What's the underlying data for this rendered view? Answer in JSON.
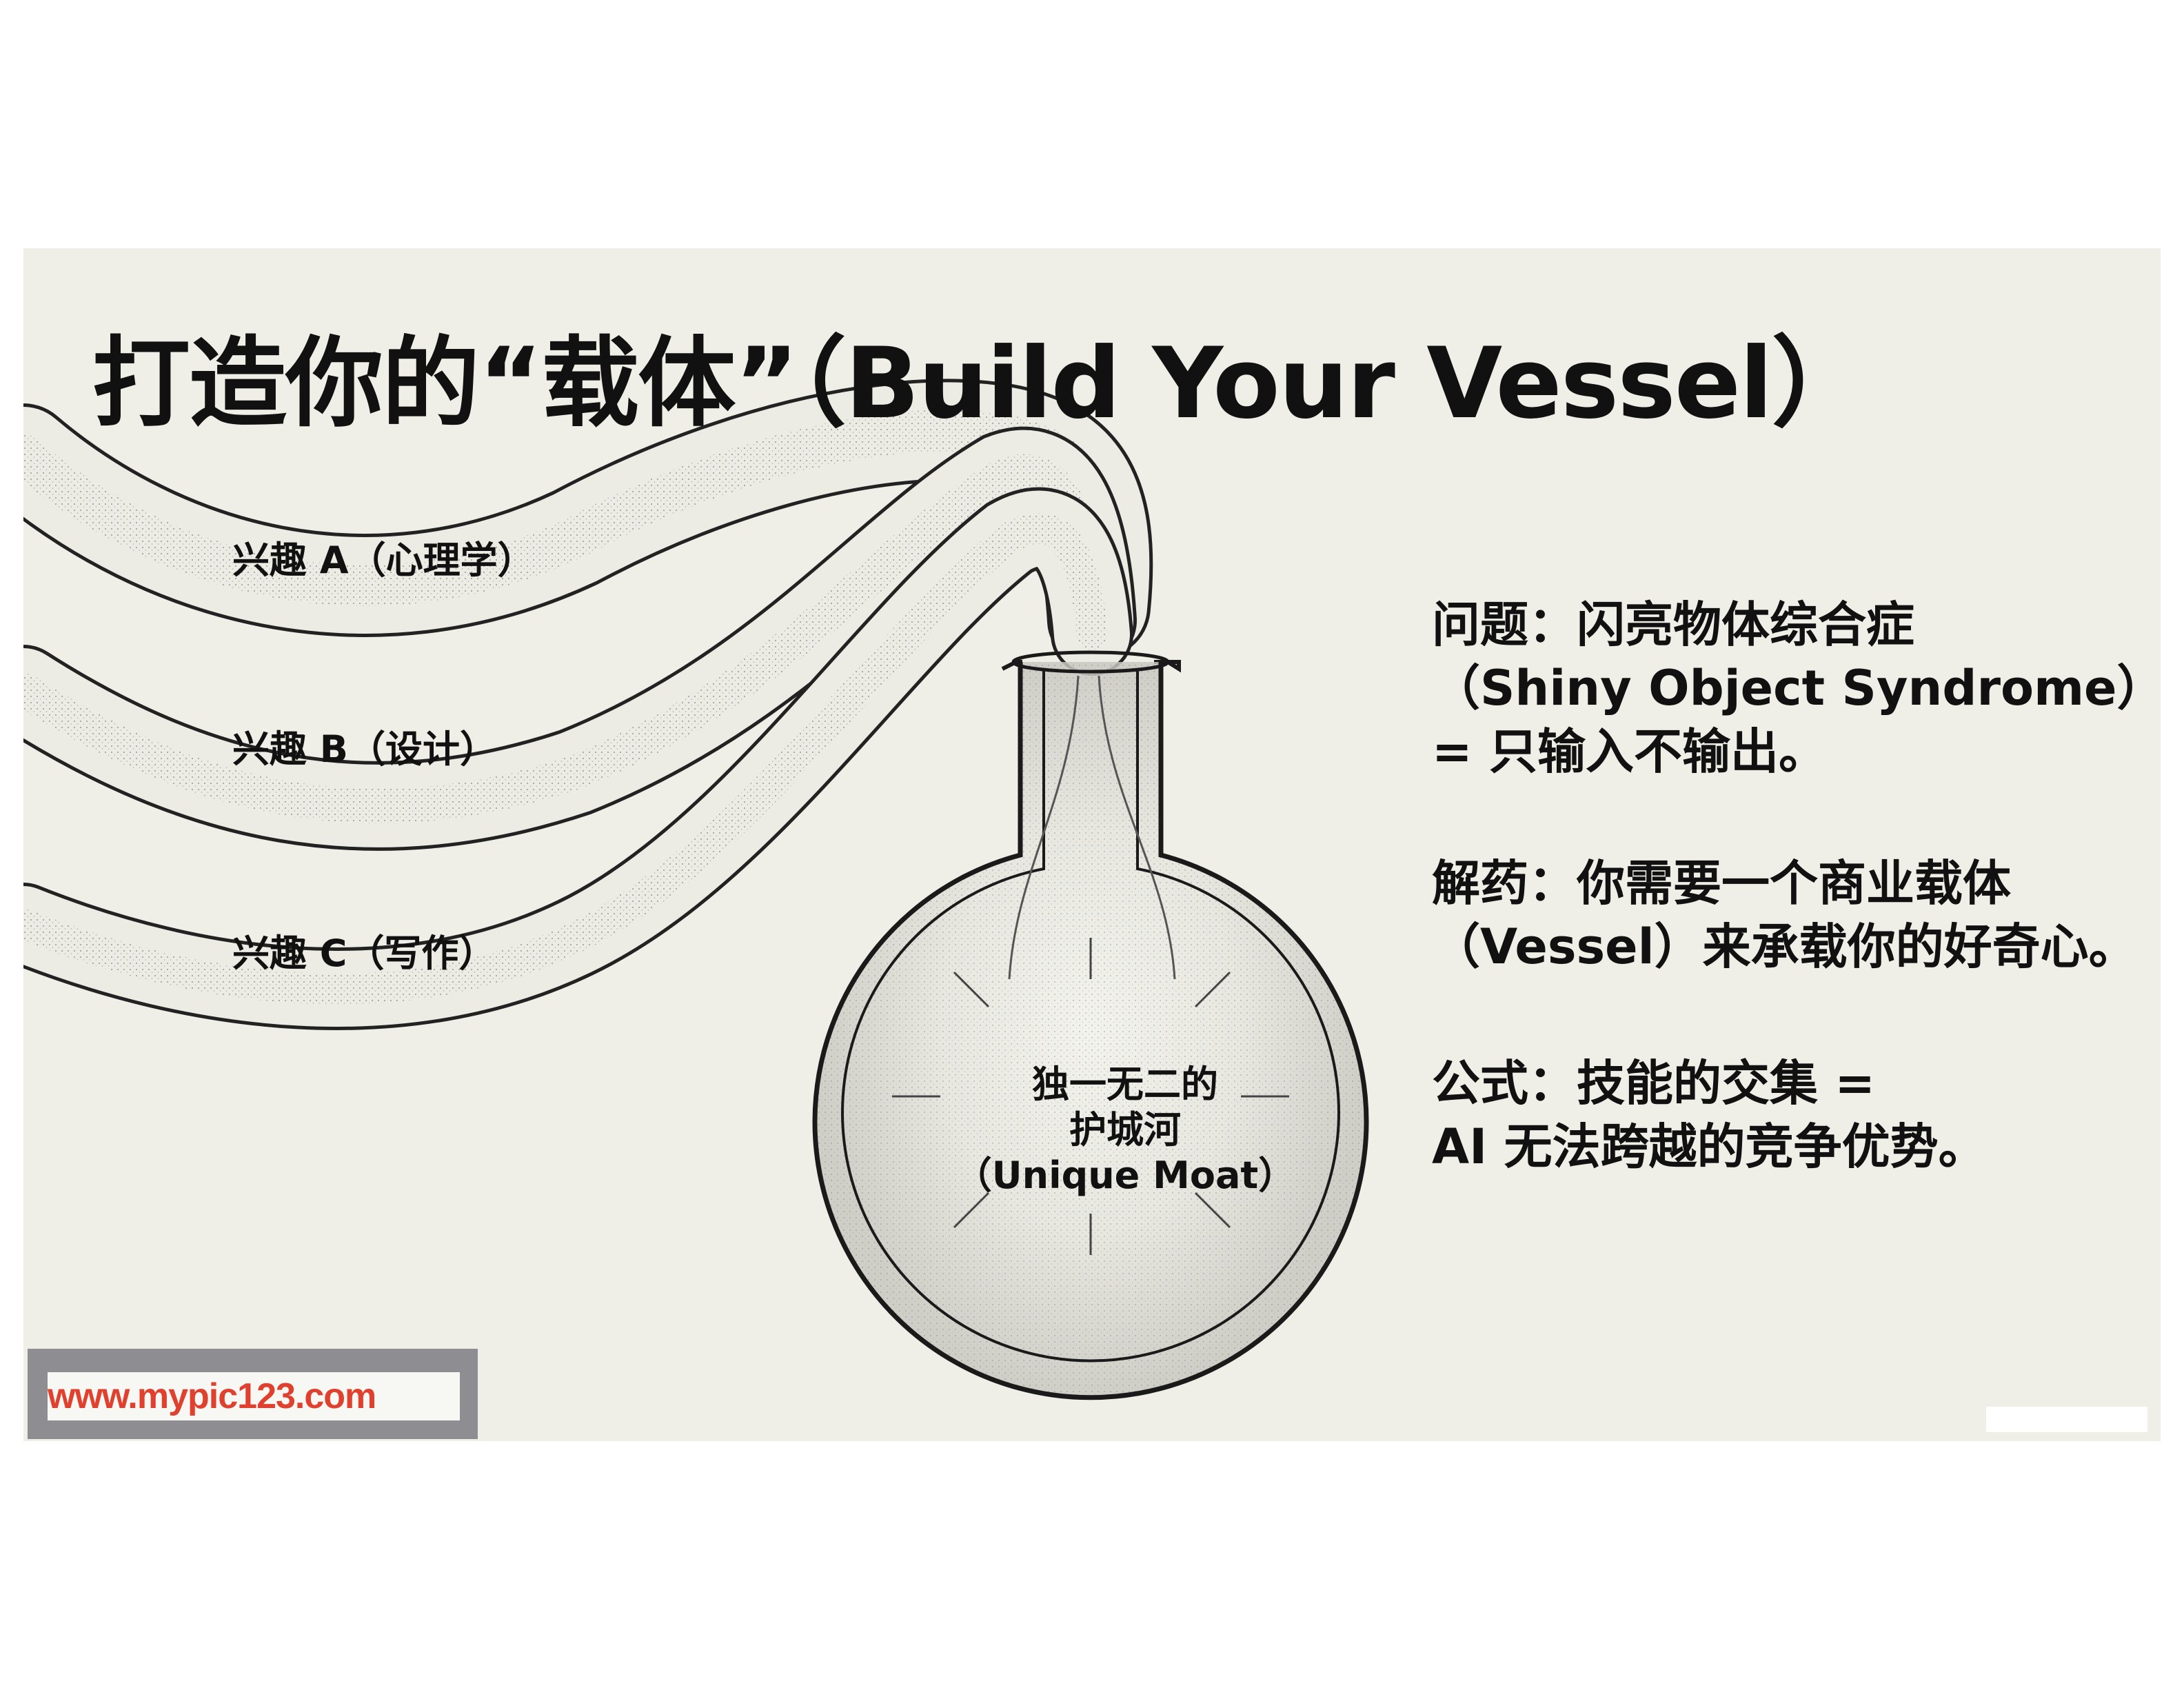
{
  "title": "打造你的“载体”（Build Your Vessel）",
  "streams": [
    {
      "label": "兴趣 A（心理学）"
    },
    {
      "label": "兴趣 B（设计）"
    },
    {
      "label": "兴趣 C（写作）"
    }
  ],
  "flask": {
    "lines": [
      "独一无二的",
      "护城河",
      "（Unique Moat）"
    ]
  },
  "points": {
    "problem": [
      "问题：闪亮物体综合症",
      "（Shiny Object Syndrome）",
      "= 只输入不输出。"
    ],
    "remedy": [
      "解药：你需要一个商业载体",
      "（Vessel）来承载你的好奇心。"
    ],
    "formula": [
      "公式：技能的交集 =",
      "AI 无法跨越的竞争优势。"
    ]
  },
  "watermark": "www.mypic123.com",
  "colors": {
    "background": "#efefe8",
    "ink": "#111111",
    "watermark_red": "#e0402e",
    "watermark_frame": "#8e8d92"
  }
}
